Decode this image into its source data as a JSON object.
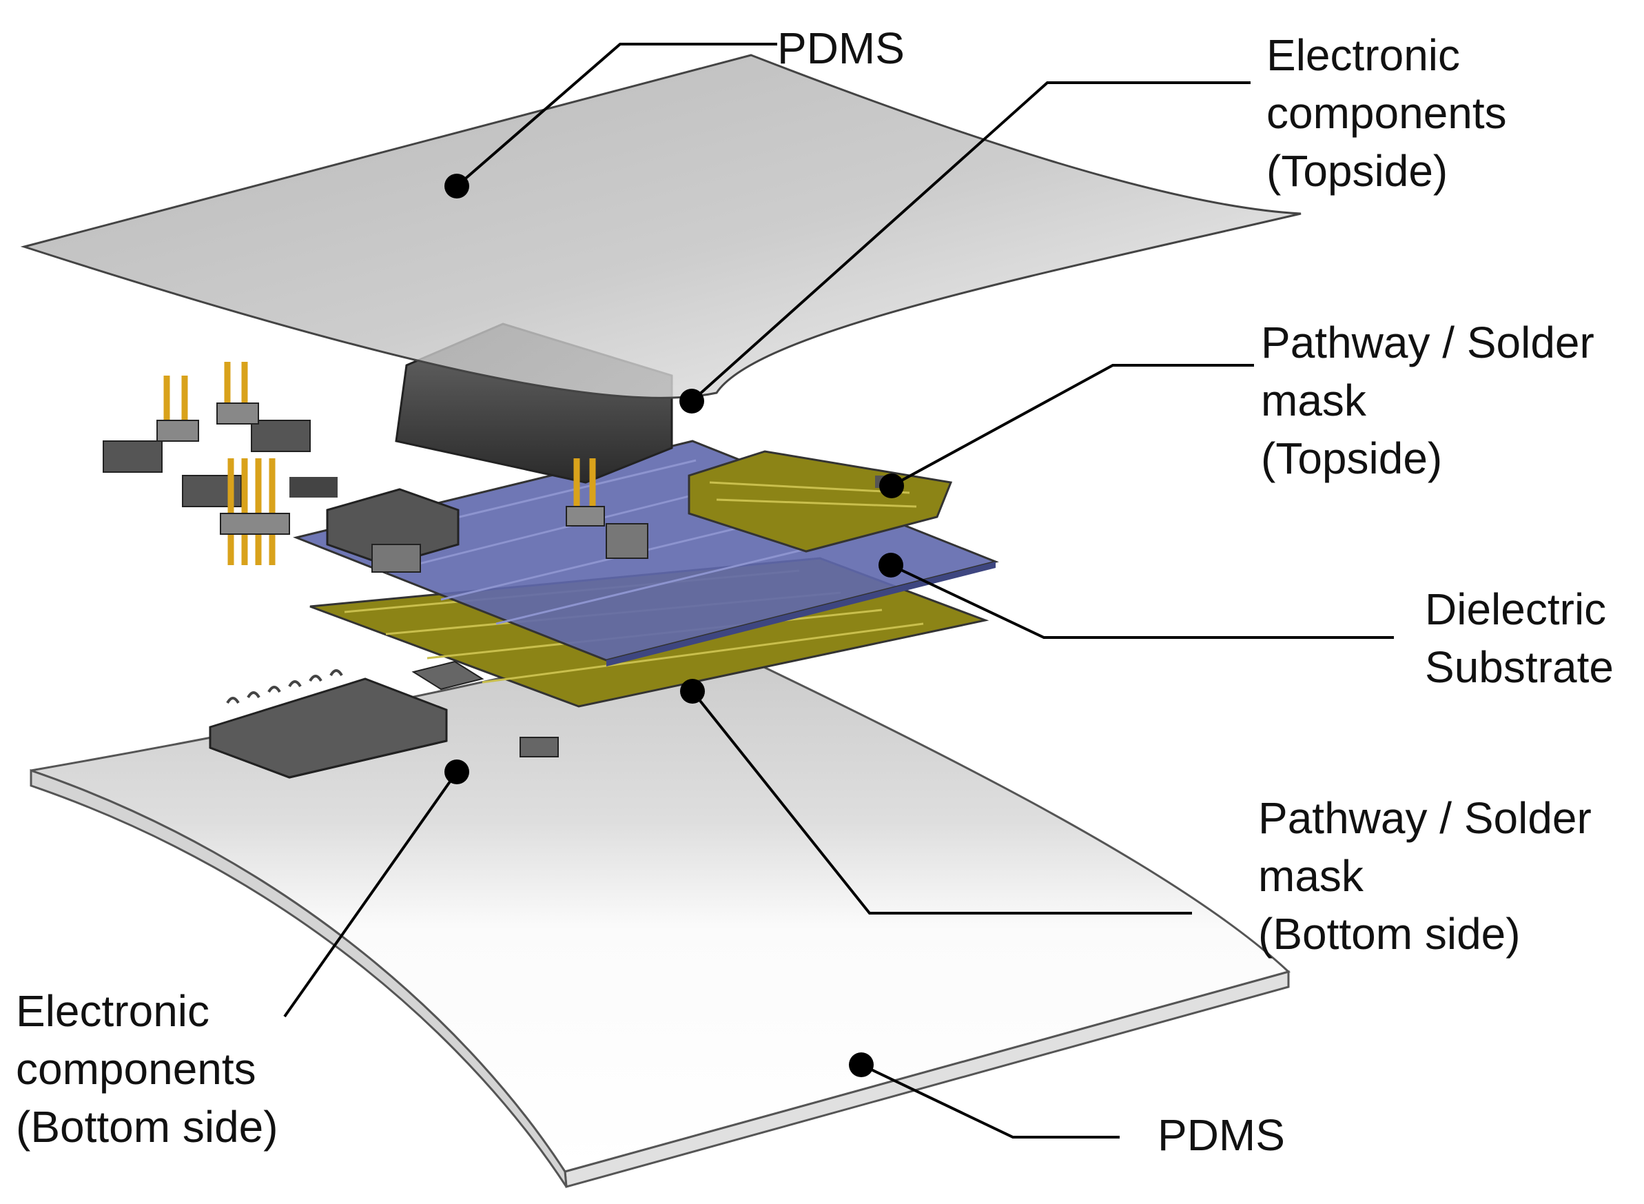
{
  "labels": {
    "pdms_top": [
      "PDMS"
    ],
    "components_top": [
      "Electronic",
      "components",
      "(Topside)"
    ],
    "pathway_top": [
      "Pathway / Solder",
      "mask",
      "(Topside)"
    ],
    "dielectric": [
      "Dielectric",
      "Substrate"
    ],
    "pathway_bottom": [
      "Pathway / Solder",
      "mask",
      "(Bottom side)"
    ],
    "components_bottom": [
      "Electronic",
      "components",
      "(Bottom side)"
    ],
    "pdms_bottom": [
      "PDMS"
    ]
  },
  "colors": {
    "pdms_top": "#b8b8b8",
    "pdms_bottom": "#ececec",
    "solder_mask": "#8c8416",
    "dielectric": "#5f68ad",
    "component_body": "#4a4a4a",
    "pins": "#d9a21b",
    "leader": "#000000"
  }
}
